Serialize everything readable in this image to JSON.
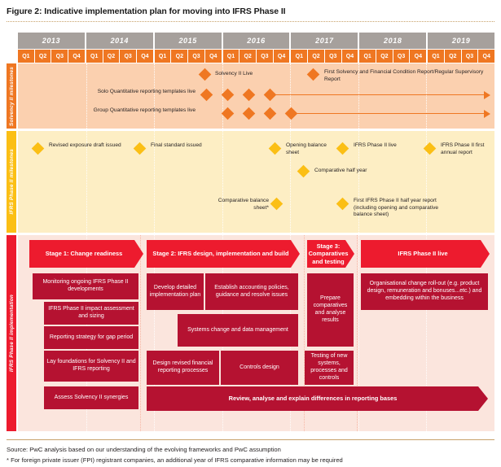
{
  "figure": {
    "title": "Figure 2: Indicative implementation plan for moving into IFRS Phase II"
  },
  "timeline": {
    "years": [
      "2013",
      "2014",
      "2015",
      "2016",
      "2017",
      "2018",
      "2019"
    ],
    "quarters": [
      "Q1",
      "Q2",
      "Q3",
      "Q4"
    ]
  },
  "bands": [
    {
      "key": "solvency",
      "label": "Solvency II milestones",
      "color": "#ef7722",
      "body": "#fbd0af"
    },
    {
      "key": "ifrs_milestones",
      "label": "IFRS Phase II milestones",
      "color": "#fbbf15",
      "body": "#fdeec4"
    },
    {
      "key": "implementation",
      "label": "IFRS Phase II implementation",
      "color": "#ed1b2e",
      "body": "#fbe5dd"
    }
  ],
  "solvency_milestones": [
    {
      "id": "solvency-ii-live",
      "label": "Solvency II Live"
    },
    {
      "id": "first-sfcr-rsr",
      "label": "First Solvency and Financial Condition Report/Regular Supervisory Report"
    },
    {
      "id": "solo-qrt-live",
      "label": "Solo Quantitative reporting templates live"
    },
    {
      "id": "group-qrt-live",
      "label": "Group Quantitative reporting templates live"
    }
  ],
  "ifrs_milestones": [
    {
      "id": "revised-exposure-draft",
      "label": "Revised exposure draft issued"
    },
    {
      "id": "final-standard-issued",
      "label": "Final standard issued"
    },
    {
      "id": "opening-balance-sheet",
      "label": "Opening balance sheet"
    },
    {
      "id": "ifrs-phase-ii-live",
      "label": "IFRS Phase II live"
    },
    {
      "id": "ifrs-phase-ii-first-annual",
      "label": "IFRS Phase II first annual report"
    },
    {
      "id": "comparative-half-year",
      "label": "Comparative half year"
    },
    {
      "id": "comparative-balance-sheet",
      "label": "Comparative balance sheet*"
    },
    {
      "id": "first-half-year-report",
      "label": "First IFRS Phase II half year report (including opening and comparative balance sheet)"
    }
  ],
  "stages": [
    {
      "id": "stage-1",
      "label": "Stage 1: Change readiness"
    },
    {
      "id": "stage-2",
      "label": "Stage 2: IFRS design, implementation and build"
    },
    {
      "id": "stage-3",
      "label": "Stage 3: Comparatives and testing"
    },
    {
      "id": "stage-4",
      "label": "IFRS Phase II live"
    }
  ],
  "workstreams": {
    "stage1": [
      {
        "id": "monitoring-developments",
        "label": "Monitoring ongoing IFRS Phase II developments"
      },
      {
        "id": "impact-assessment",
        "label": "IFRS Phase II impact assessment and sizing"
      },
      {
        "id": "reporting-strategy",
        "label": "Reporting strategy for gap period"
      },
      {
        "id": "lay-foundations",
        "label": "Lay foundations for Solvency II and IFRS reporting"
      },
      {
        "id": "assess-synergies",
        "label": "Assess Solvency II synergies"
      }
    ],
    "stage2": [
      {
        "id": "develop-plan",
        "label": "Develop detailed implementation plan"
      },
      {
        "id": "accounting-policies",
        "label": "Establish accounting policies, guidance and resolve issues"
      },
      {
        "id": "systems-change",
        "label": "Systems change and data management"
      },
      {
        "id": "design-processes",
        "label": "Design revised financial reporting processes"
      },
      {
        "id": "controls-design",
        "label": "Controls design"
      }
    ],
    "stage3": [
      {
        "id": "prepare-comparatives",
        "label": "Prepare comparatives and analyse results"
      },
      {
        "id": "testing-new-systems",
        "label": "Testing of new systems, processes and controls"
      }
    ],
    "stage4": [
      {
        "id": "organisational-rollout",
        "label": "Organisational change roll-out (e.g. product design, remuneration and bonuses...etc.) and embedding within the business"
      }
    ],
    "full_width": [
      {
        "id": "review-analyse-explain",
        "label": "Review, analyse and explain differences in reporting bases"
      }
    ]
  },
  "footnotes": {
    "source": "Source: PwC analysis based on our understanding of the evolving frameworks and PwC assumption",
    "fpi": "* For foreign private issuer (FPI) registrant companies, an additional year of IFRS comparative information may be required"
  }
}
